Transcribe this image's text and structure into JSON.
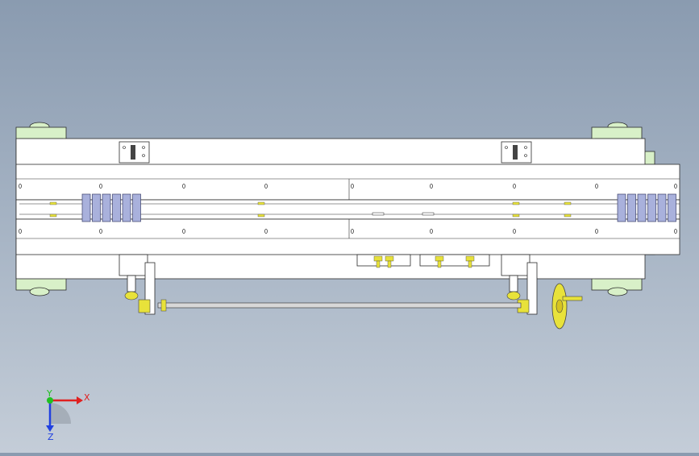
{
  "viewport": {
    "background_top": "#8a9bb0",
    "background_bottom": "#c4cdd8",
    "view": "top"
  },
  "model": {
    "frame_color": "#ffffff",
    "edge_color": "#2b2b2b",
    "mount_color": "#d8f0c8",
    "block_color": "#a9b1dc",
    "brass_color": "#e8e23a",
    "rod_color": "#d8d8d8",
    "block_groups": [
      {
        "side": "left",
        "count": 6
      },
      {
        "side": "right",
        "count": 6
      }
    ],
    "handwheel": "handwheel-icon"
  },
  "triad": {
    "x_label": "X",
    "y_label": "Y",
    "z_label": "Z",
    "x_color": "#e02020",
    "y_color": "#20c020",
    "z_color": "#2040e0"
  }
}
